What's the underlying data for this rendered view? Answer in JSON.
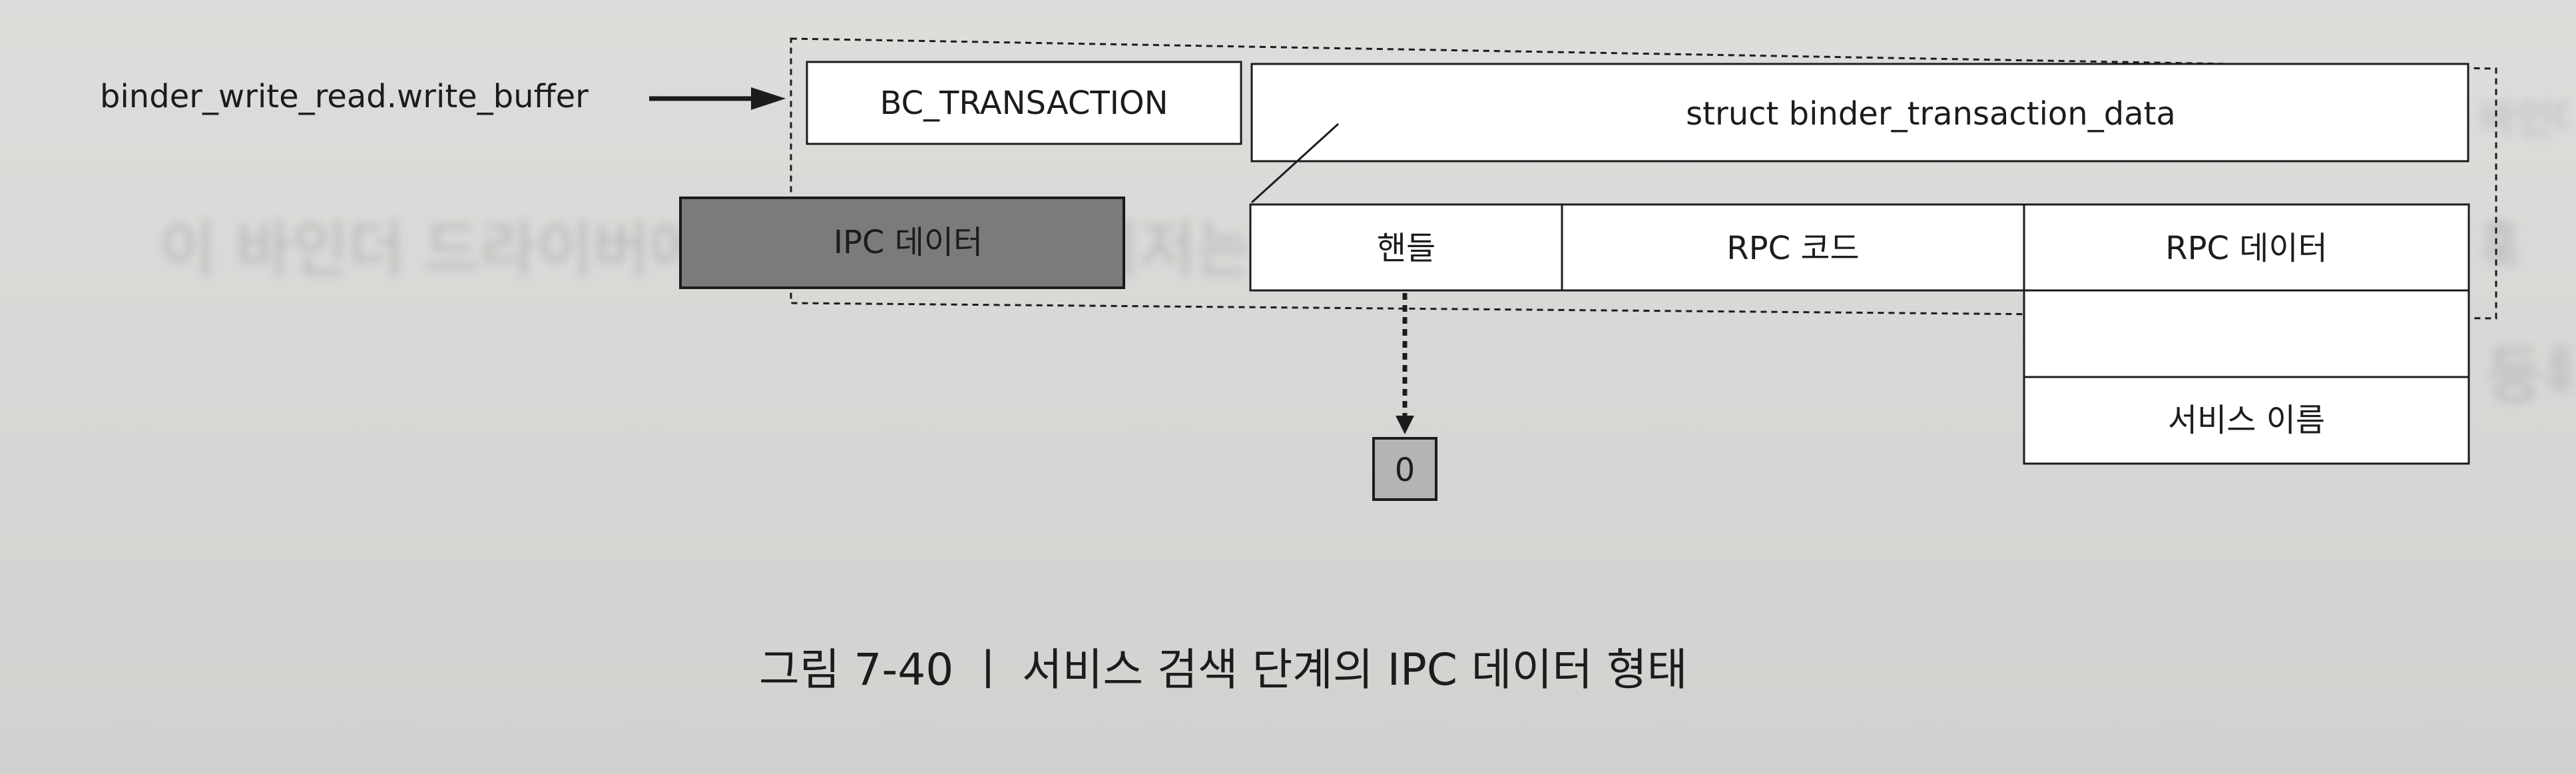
{
  "diagram": {
    "write_buffer_label": "binder_write_read.write_buffer",
    "bc_transaction": "BC_TRANSACTION",
    "transaction_data": "struct binder_transaction_data",
    "ipc_data": "IPC 데이터",
    "handle": "핸들",
    "rpc_code": "RPC 코드",
    "rpc_data": "RPC 데이터",
    "service_name": "서비스 이름",
    "handle_value": "0"
  },
  "caption": {
    "text": "그림 7-40  ㅣ  서비스 검색 단계의 IPC 데이터 형태"
  },
  "colors": {
    "ipc_data_fill": "#7b7b7b",
    "handle_value_fill": "#b4b4b4",
    "line": "#1c1c1c"
  }
}
